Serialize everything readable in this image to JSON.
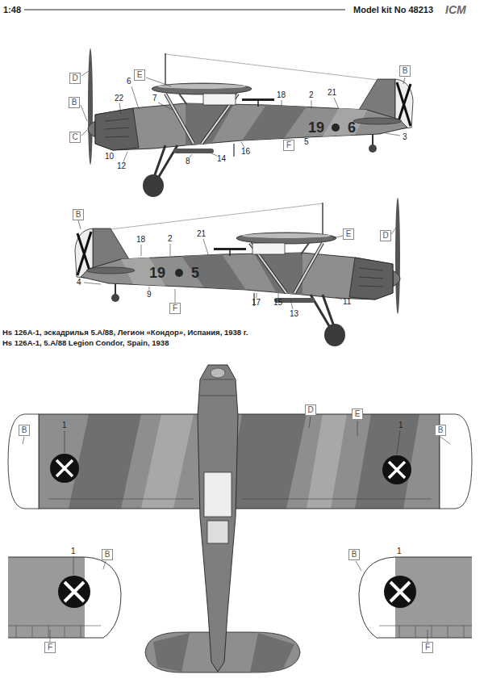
{
  "diagram": {
    "nodes": [
      {
        "text": [
          "D"
        ]
      },
      {
        "text": [
          "E"
        ]
      },
      {
        "text": [
          "B"
        ]
      },
      {
        "text": [
          "B"
        ]
      },
      {
        "text": [
          "C"
        ]
      },
      {
        "text": [
          "F"
        ]
      },
      {
        "text": [
          "B"
        ]
      },
      {
        "text": [
          "E"
        ]
      },
      {
        "text": [
          "D"
        ]
      },
      {
        "text": [
          "F"
        ]
      },
      {
        "text": [
          "D"
        ]
      },
      {
        "text": [
          "E"
        ]
      },
      {
        "text": [
          "B"
        ]
      },
      {
        "text": [
          "B"
        ]
      },
      {
        "text": [
          "B"
        ]
      },
      {
        "text": [
          "B"
        ]
      },
      {
        "text": [
          "F"
        ]
      },
      {
        "text": [
          "F"
        ]
      }
    ],
    "labels": [
      "1:48",
      "Model kit No 48213",
      "ICM",
      "22",
      "6",
      "7",
      "18",
      "2",
      "21",
      "3",
      "5",
      "16",
      "14",
      "8",
      "12",
      "10",
      "19",
      "6",
      "4",
      "18",
      "2",
      "21",
      "9",
      "17",
      "15",
      "13",
      "11",
      "19",
      "5",
      "Hs 126A-1, эскадрилья  5.A/88, Легион «Кондор», Испания, 1938 г.",
      "Hs 126A-1, 5.A/88 Legion Condor, Spain, 1938",
      "1",
      "1",
      "1",
      "1"
    ]
  }
}
